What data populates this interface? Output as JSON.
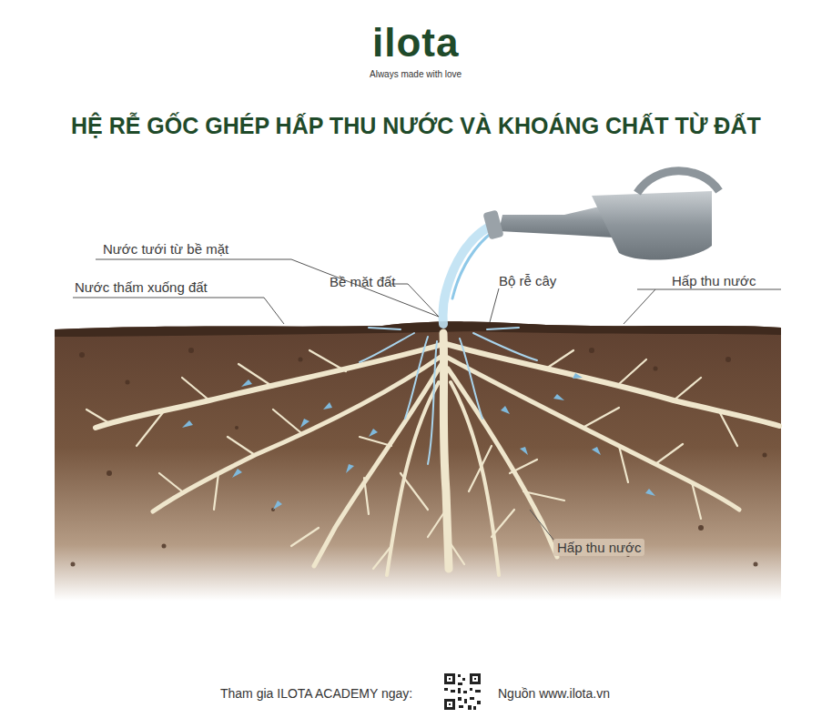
{
  "diagram": {
    "title": "HỆ RỄ GỐC GHÉP HẤP THU NƯỚC VÀ KHOÁNG CHẤT TỪ ĐẤT",
    "labels": [
      "ilota",
      "Always made with love",
      "Nước tưới từ bề mặt",
      "Nước thấm xuống đất",
      "Bề mặt đất",
      "Bộ rễ cây",
      "Hấp thu nước",
      "Hấp thu nước",
      "Tham gia ILOTA ACADEMY ngay:",
      "Nguồn www.ilota.vn"
    ]
  }
}
